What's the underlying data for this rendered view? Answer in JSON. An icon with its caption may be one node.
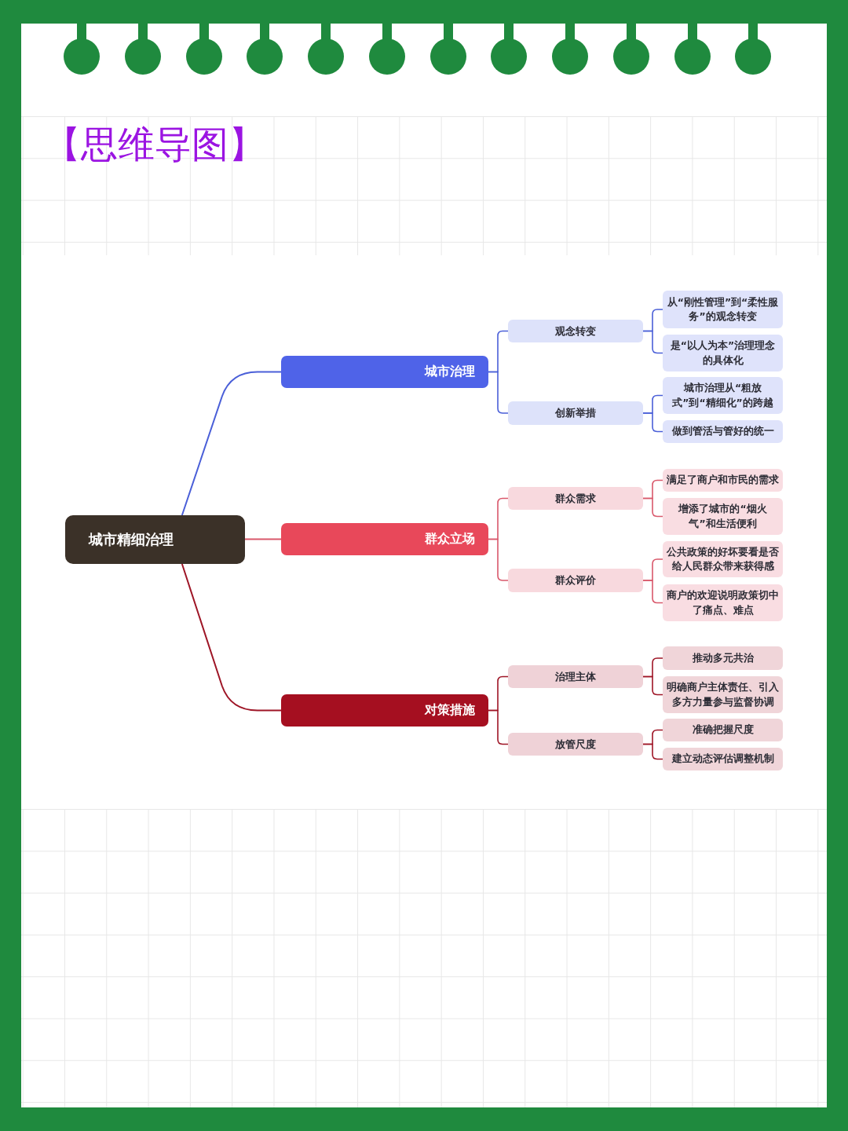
{
  "diagram": {
    "title": "【思维导图】",
    "nodes": [
      {
        "text": [
          "城市精细治理"
        ]
      },
      {
        "text": [
          "城市治理"
        ]
      },
      {
        "text": [
          "群众立场"
        ]
      },
      {
        "text": [
          "对策措施"
        ]
      },
      {
        "text": [
          "观念转变"
        ]
      },
      {
        "text": [
          "创新举措"
        ]
      },
      {
        "text": [
          "群众需求"
        ]
      },
      {
        "text": [
          "群众评价"
        ]
      },
      {
        "text": [
          "治理主体"
        ]
      },
      {
        "text": [
          "放管尺度"
        ]
      },
      {
        "text": [
          "从“刚性管理”到“柔性服务”的观念转变"
        ]
      },
      {
        "text": [
          "是“以人为本”治理理念的具体化"
        ]
      },
      {
        "text": [
          "城市治理从“粗放式”到“精细化”的跨越"
        ]
      },
      {
        "text": [
          "做到管活与管好的统一"
        ]
      },
      {
        "text": [
          "满足了商户和市民的需求"
        ]
      },
      {
        "text": [
          "增添了城市的“烟火气”和生活便利"
        ]
      },
      {
        "text": [
          "公共政策的好坏要看是否给人民群众带来获得感"
        ]
      },
      {
        "text": [
          "商户的欢迎说明政策切中了痛点、难点"
        ]
      },
      {
        "text": [
          "推动多元共治"
        ]
      },
      {
        "text": [
          "明确商户主体责任、引入多方力量参与监督协调"
        ]
      },
      {
        "text": [
          "准确把握尺度"
        ]
      },
      {
        "text": [
          "建立动态评估调整机制"
        ]
      }
    ],
    "edges": [
      {
        "from": 0,
        "to": 1,
        "arrow": "none",
        "color": "#4a5fd8"
      },
      {
        "from": 0,
        "to": 2,
        "arrow": "none",
        "color": "#d9586b"
      },
      {
        "from": 0,
        "to": 3,
        "arrow": "none",
        "color": "#9e1526"
      },
      {
        "from": 1,
        "to": 4,
        "arrow": "none",
        "color": "#4a5fd8"
      },
      {
        "from": 1,
        "to": 5,
        "arrow": "none",
        "color": "#4a5fd8"
      },
      {
        "from": 2,
        "to": 6,
        "arrow": "none",
        "color": "#d9586b"
      },
      {
        "from": 2,
        "to": 7,
        "arrow": "none",
        "color": "#d9586b"
      },
      {
        "from": 3,
        "to": 8,
        "arrow": "none",
        "color": "#9e1526"
      },
      {
        "from": 3,
        "to": 9,
        "arrow": "none",
        "color": "#9e1526"
      },
      {
        "from": 4,
        "to": 10,
        "arrow": "none",
        "color": "#4a5fd8"
      },
      {
        "from": 4,
        "to": 11,
        "arrow": "none",
        "color": "#4a5fd8"
      },
      {
        "from": 5,
        "to": 12,
        "arrow": "none",
        "color": "#4a5fd8"
      },
      {
        "from": 5,
        "to": 13,
        "arrow": "none",
        "color": "#4a5fd8"
      },
      {
        "from": 6,
        "to": 14,
        "arrow": "none",
        "color": "#d9586b"
      },
      {
        "from": 6,
        "to": 15,
        "arrow": "none",
        "color": "#d9586b"
      },
      {
        "from": 7,
        "to": 16,
        "arrow": "none",
        "color": "#d9586b"
      },
      {
        "from": 7,
        "to": 17,
        "arrow": "none",
        "color": "#d9586b"
      },
      {
        "from": 8,
        "to": 18,
        "arrow": "none",
        "color": "#9e1526"
      },
      {
        "from": 8,
        "to": 19,
        "arrow": "none",
        "color": "#9e1526"
      },
      {
        "from": 9,
        "to": 20,
        "arrow": "none",
        "color": "#9e1526"
      },
      {
        "from": 9,
        "to": 21,
        "arrow": "none",
        "color": "#9e1526"
      }
    ]
  }
}
